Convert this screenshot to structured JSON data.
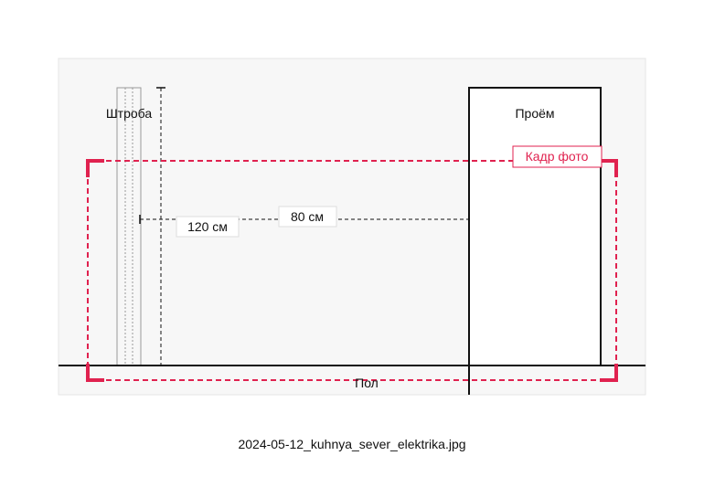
{
  "labels": {
    "chase": "Штроба",
    "opening": "Проём",
    "frame": "Кадр фото",
    "height_dim": "120 см",
    "distance_dim": "80 см",
    "floor": "Пол"
  },
  "caption": "2024-05-12_kuhnya_sever_elektrika.jpg",
  "colors": {
    "accent": "#e0224f",
    "panel": "#f7f7f7",
    "line": "#111111"
  }
}
